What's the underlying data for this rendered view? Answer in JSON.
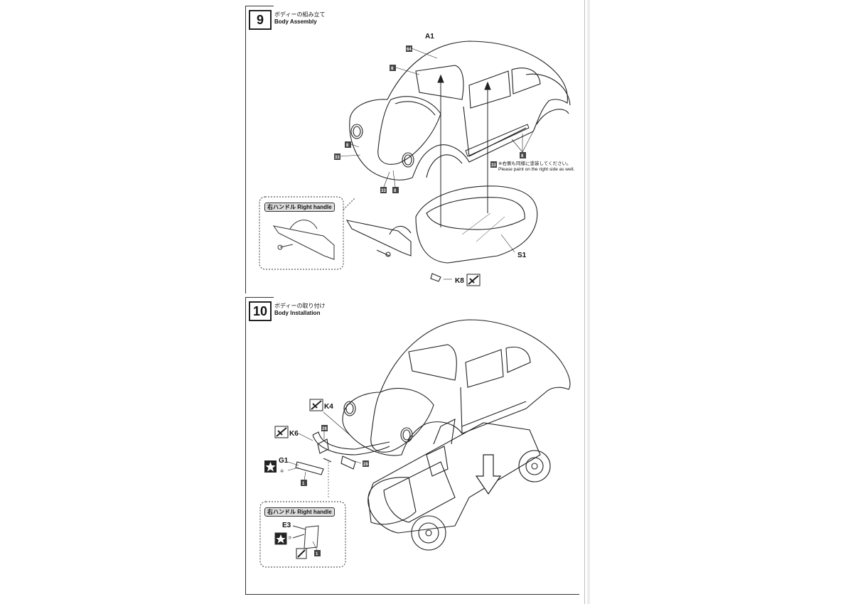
{
  "steps": [
    {
      "number": "9",
      "title_jp": "ボディーの組み立て",
      "title_en": "Body Assembly"
    },
    {
      "number": "10",
      "title_jp": "ボディーの取り付け",
      "title_en": "Body Installation"
    }
  ],
  "step9": {
    "part_A1": "A1",
    "part_S1": "S1",
    "part_K8": "K8",
    "color_64": "64",
    "color_8": "8",
    "color_33": "33",
    "right_handle": "右ハンドル Right handle",
    "note_jp": "※右側も同様に塗装してください。",
    "note_en": "Please paint on the right side as well."
  },
  "step10": {
    "part_K4": "K4",
    "part_K6": "K6",
    "part_G1": "G1",
    "part_E3": "E3",
    "color_28": "28",
    "color_1": "1",
    "decal_4": "④",
    "decal_7": "⑦",
    "right_handle": "右ハンドル Right handle"
  }
}
